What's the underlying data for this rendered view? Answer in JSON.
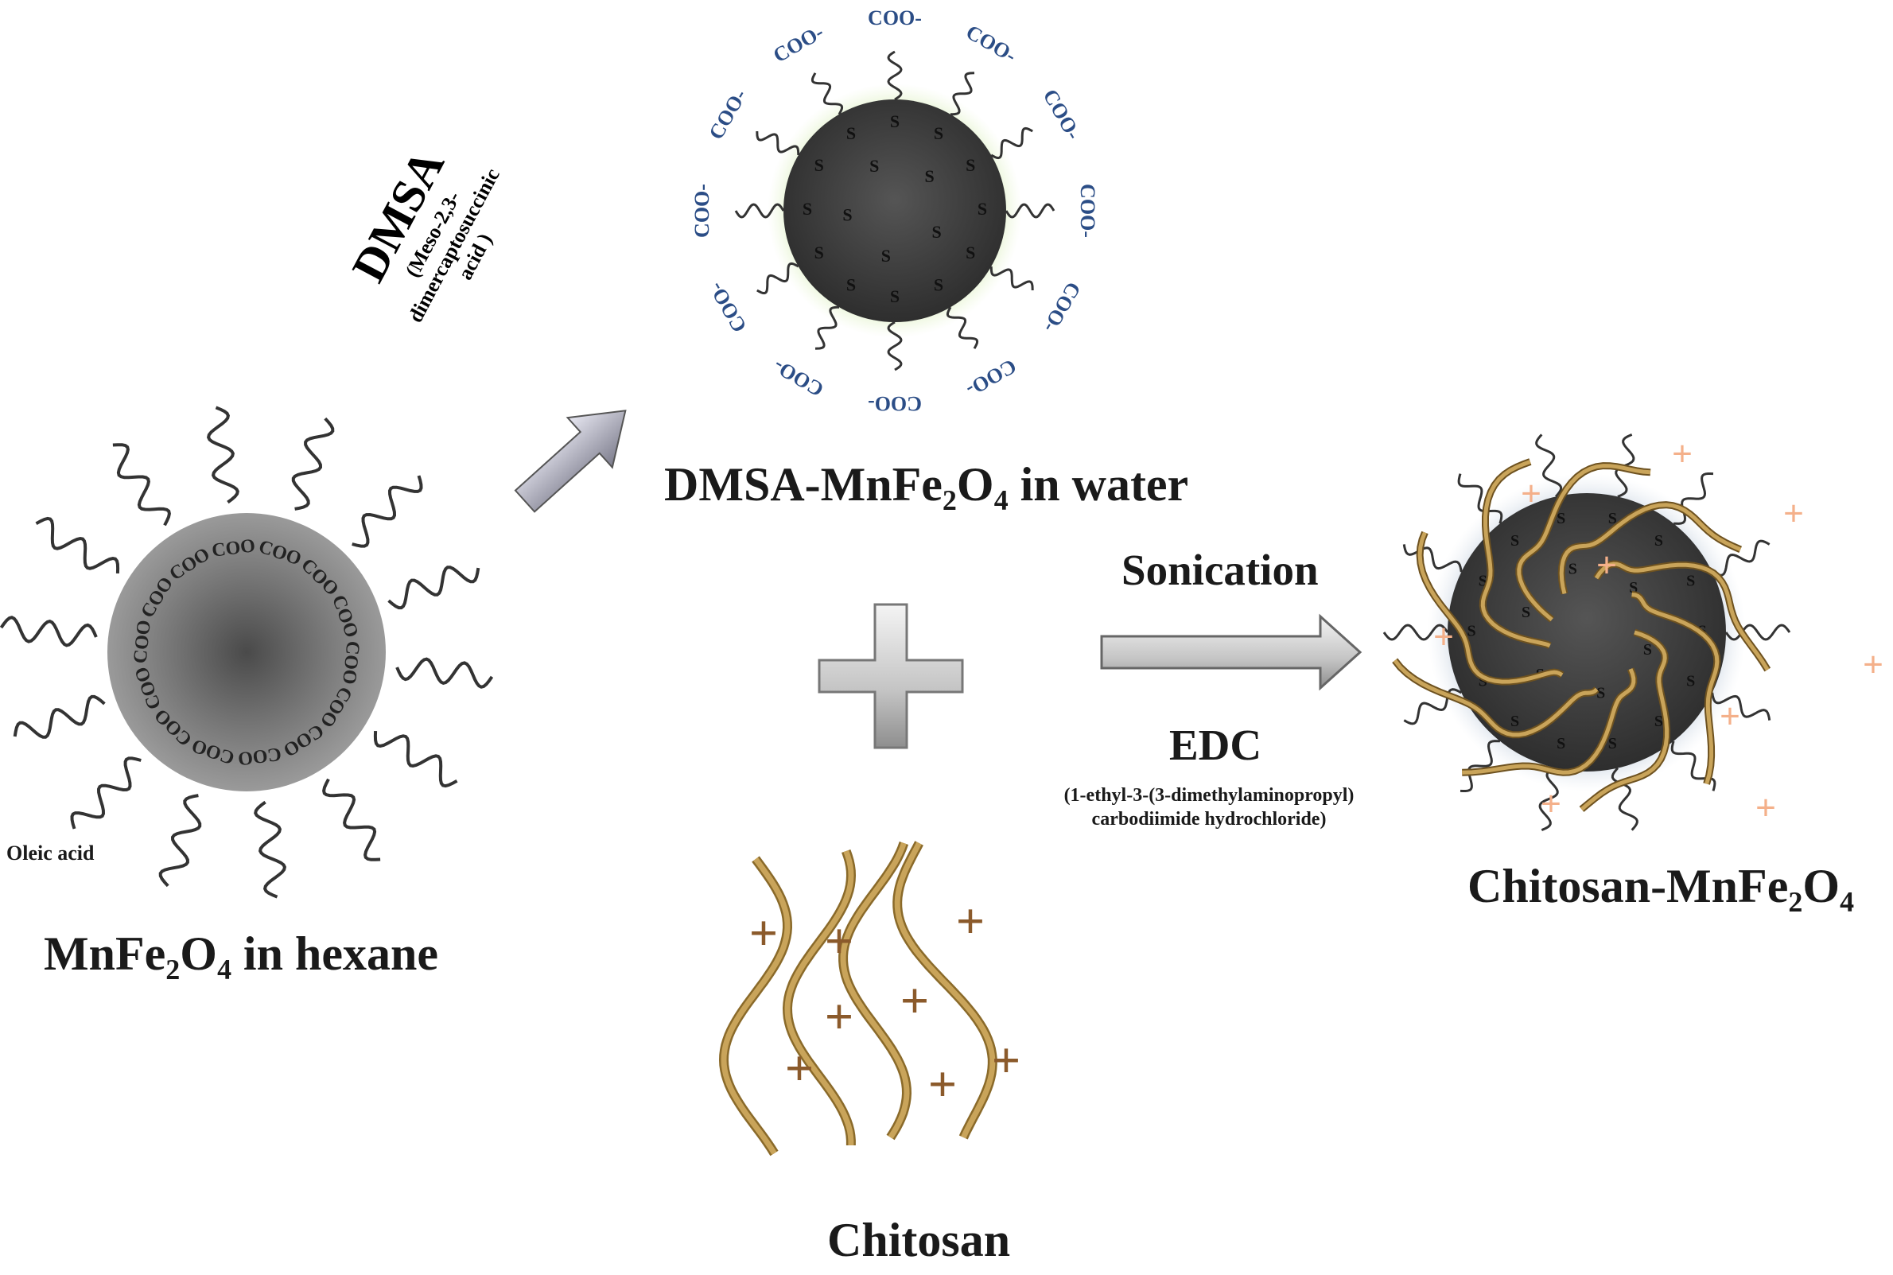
{
  "labels": {
    "mnfe2o4_hexane": "MnFe₂O₄  in hexane",
    "oleic_acid": "Oleic acid",
    "dmsa": "DMSA",
    "dmsa_full_1": "(Meso-2,3-",
    "dmsa_full_2": "dimercaptosuccinic",
    "dmsa_full_3": "acid )",
    "dmsa_mnfe2o4_water": "DMSA-MnFe₂O₄  in water",
    "sonication": "Sonication",
    "edc": "EDC",
    "edc_full_1": "(1-ethyl-3-(3-dimethylaminopropyl)",
    "edc_full_2": "carbodiimide hydrochloride)",
    "chitosan_mnfe2o4": "Chitosan-MnFe₂O₄",
    "chitosan": "Chitosan"
  },
  "particle_glyphs": {
    "carboxylate": "COO",
    "carboxylate_charged": "COO-",
    "sulfur": "S",
    "positive_charge": "+"
  },
  "colors": {
    "core_dark": "#3a3a3a",
    "core_grey": "#8a8a8a",
    "glow_green": "#c8e6a0",
    "glow_blue": "#b4c4d8",
    "coo_blue": "#2b4d86",
    "chitosan_gold": "#c9a45a",
    "plus_brown": "#8b5a2b",
    "plus_peach": "#f4b08a",
    "arrow_grey": "#c8c8c8"
  }
}
